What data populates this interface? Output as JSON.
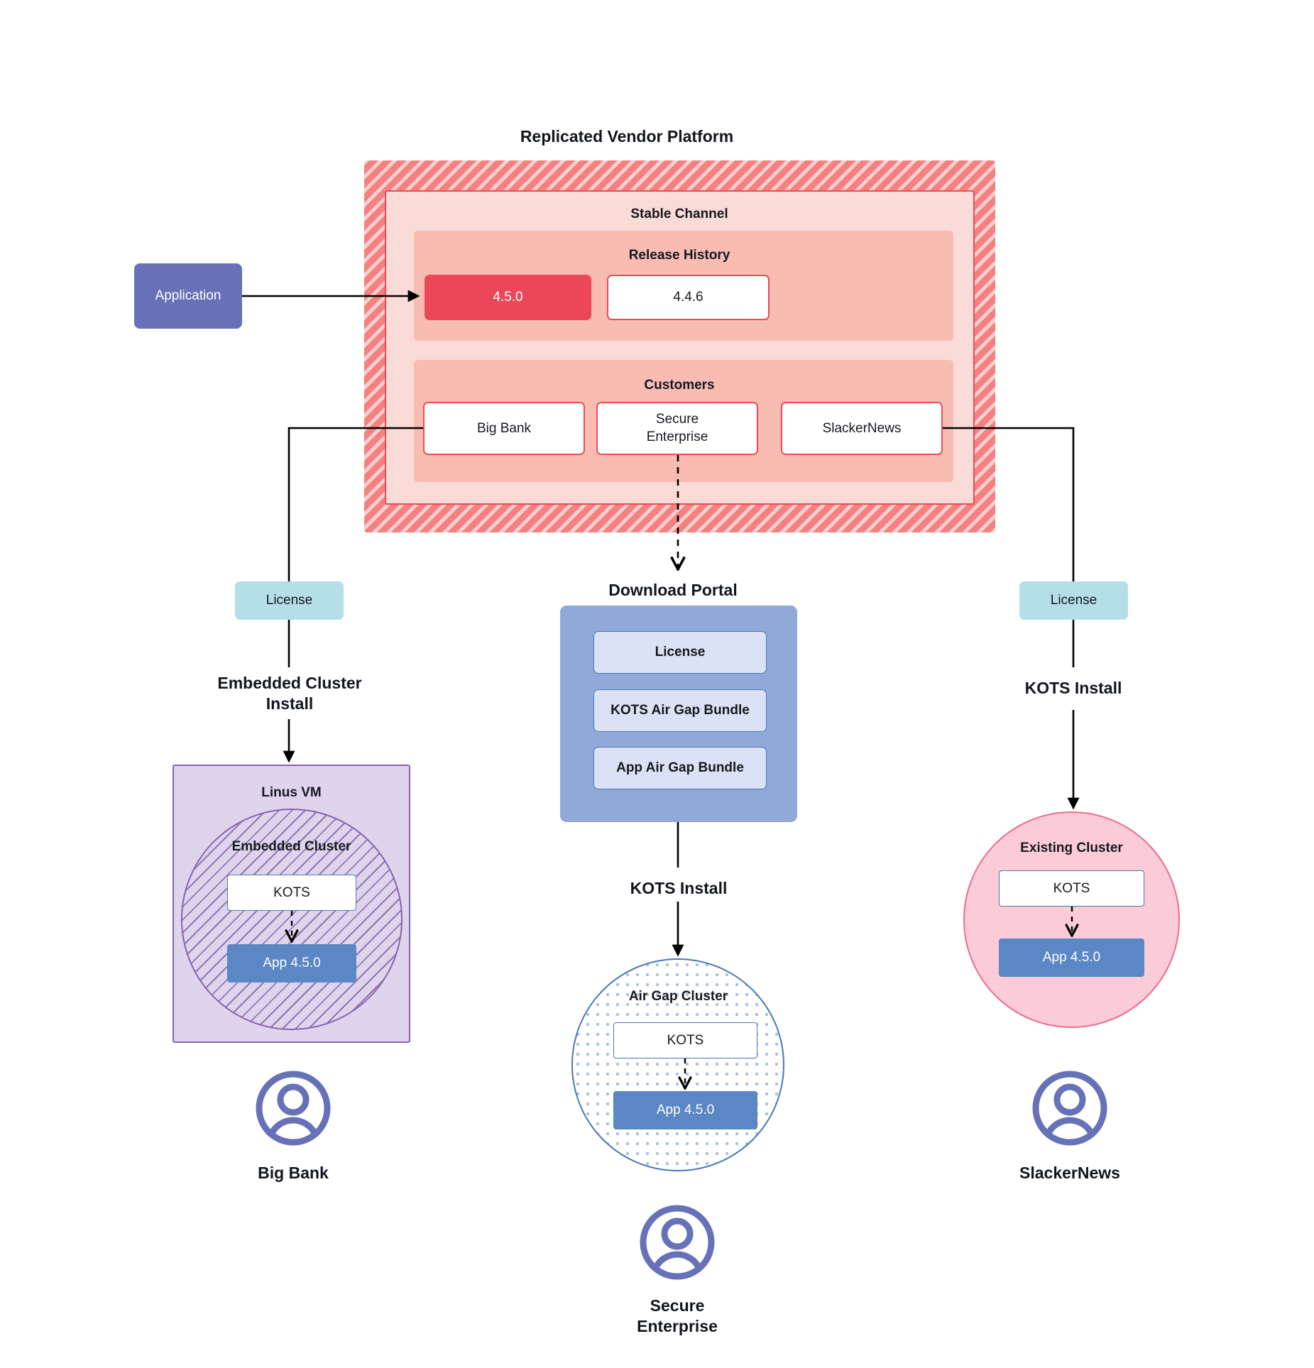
{
  "diagram": {
    "title": "Replicated Vendor Platform"
  },
  "application": {
    "label": "Application"
  },
  "platform": {
    "channel": {
      "label": "Stable Channel",
      "release_history": {
        "label": "Release History",
        "releases": [
          {
            "version": "4.5.0",
            "state": "current"
          },
          {
            "version": "4.4.6",
            "state": "previous"
          }
        ]
      },
      "customers": {
        "label": "Customers",
        "items": [
          {
            "name": "Big Bank"
          },
          {
            "name": "Secure\nEnterprise"
          },
          {
            "name": "SlackerNews"
          }
        ]
      }
    }
  },
  "download_portal": {
    "title": "Download  Portal",
    "items": [
      {
        "label": "License"
      },
      {
        "label": "KOTS Air Gap Bundle"
      },
      {
        "label": "App Air Gap Bundle"
      }
    ]
  },
  "left_flow": {
    "license_label": "License",
    "install_label": "Embedded Cluster\nInstall",
    "vm_label": "Linus VM",
    "cluster_label": "Embedded Cluster",
    "kots_label": "KOTS",
    "app_label": "App 4.5.0",
    "person_label": "Big Bank"
  },
  "center_flow": {
    "install_label": "KOTS Install",
    "cluster_label": "Air Gap Cluster",
    "kots_label": "KOTS",
    "app_label": "App 4.5.0",
    "person_label": "Secure\nEnterprise"
  },
  "right_flow": {
    "license_label": "License",
    "install_label": "KOTS Install",
    "cluster_label": "Existing Cluster",
    "kots_label": "KOTS",
    "app_label": "App 4.5.0",
    "person_label": "SlackerNews"
  },
  "colors": {
    "platform_hatch": "#f4817f",
    "channel_bg": "#fadbd7",
    "subgroup_bg": "#f8bcb3",
    "release_current": "#ec4758",
    "release_border": "#ee4b55",
    "application": "#6771b8",
    "license_chip": "#b5dfe8",
    "portal": "#90a9d8",
    "portal_item": "#dbe2f5",
    "vm": "#ded5ed",
    "vm_border": "#8663ad",
    "airgap_border": "#4a78b8",
    "existing_cluster": "#fbccd7",
    "existing_cluster_border": "#ec6b93",
    "app_version": "#5b87c4",
    "avatar": "#6771b8"
  }
}
